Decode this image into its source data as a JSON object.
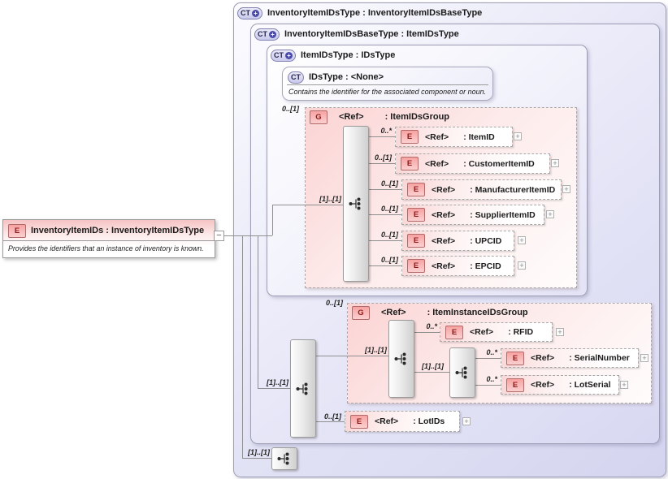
{
  "ui": {
    "expand_glyph": "+",
    "collapse_glyph": "−",
    "ct_plus": "+"
  },
  "type_boxes": {
    "level1": {
      "badge": "CT",
      "title": "InventoryItemIDsType : InventoryItemIDsBaseType"
    },
    "level2": {
      "badge": "CT",
      "title": "InventoryItemIDsBaseType : ItemIDsType"
    },
    "level3": {
      "badge": "CT",
      "title": "ItemIDsType : IDsType"
    },
    "level4": {
      "badge": "CT",
      "title": "IDsType : <None>",
      "annotation": "Contains the identifier for the associated component or noun."
    }
  },
  "root_element": {
    "badge": "E",
    "title": "InventoryItemIDs : InventoryItemIDsType",
    "annotation": "Provides the identifiers that an instance of inventory is known."
  },
  "groups": {
    "item_ids_group": {
      "badge": "G",
      "ref": "<Ref>",
      "name": ": ItemIDsGroup",
      "occurrence": "0..[1]",
      "sequence_occurrence": "[1]..[1]"
    },
    "item_instance_ids_group": {
      "badge": "G",
      "ref": "<Ref>",
      "name": ": ItemInstanceIDsGroup",
      "occurrence": "0..[1]",
      "sequence_occurrence": "[1]..[1]"
    }
  },
  "sequences": {
    "base_sequence_occurrence": "[1]..[1]",
    "instance_inner_occurrence": "[1]..[1]",
    "outer_sequence_occurrence": "[1]..[1]"
  },
  "elements": {
    "item_id": {
      "badge": "E",
      "ref": "<Ref>",
      "name": ": ItemID",
      "occurrence": "0..*"
    },
    "customer_item_id": {
      "badge": "E",
      "ref": "<Ref>",
      "name": ": CustomerItemID",
      "occurrence": "0..[1]"
    },
    "manufacturer_item_id": {
      "badge": "E",
      "ref": "<Ref>",
      "name": ": ManufacturerItemID",
      "occurrence": "0..[1]"
    },
    "supplier_item_id": {
      "badge": "E",
      "ref": "<Ref>",
      "name": ": SupplierItemID",
      "occurrence": "0..[1]"
    },
    "upc_id": {
      "badge": "E",
      "ref": "<Ref>",
      "name": ": UPCID",
      "occurrence": "0..[1]"
    },
    "epc_id": {
      "badge": "E",
      "ref": "<Ref>",
      "name": ": EPCID",
      "occurrence": "0..[1]"
    },
    "rfid": {
      "badge": "E",
      "ref": "<Ref>",
      "name": ": RFID",
      "occurrence": "0..*"
    },
    "serial_number": {
      "badge": "E",
      "ref": "<Ref>",
      "name": ": SerialNumber",
      "occurrence": "0..*"
    },
    "lot_serial": {
      "badge": "E",
      "ref": "<Ref>",
      "name": ": LotSerial",
      "occurrence": "0..*"
    },
    "lot_ids": {
      "badge": "E",
      "ref": "<Ref>",
      "name": ": LotIDs",
      "occurrence": "0..[1]"
    }
  }
}
